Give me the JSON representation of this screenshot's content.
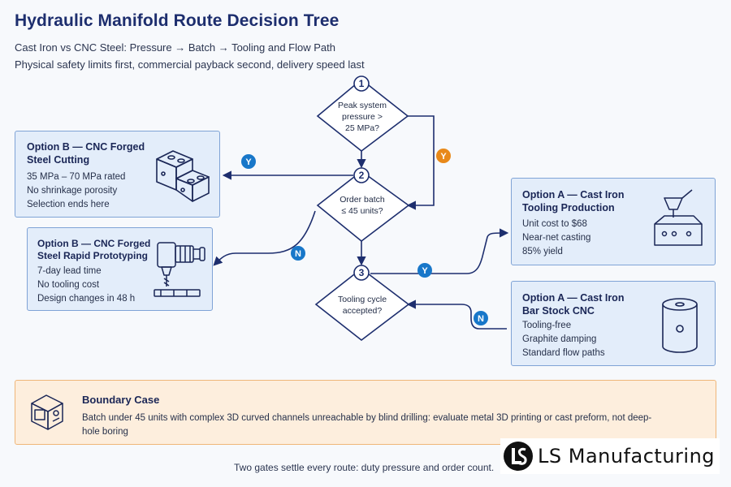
{
  "header": {
    "title": "Hydraulic Manifold Route Decision Tree",
    "subtitle": "Cast Iron vs CNC Steel: Pressure → Batch → Tooling and Flow Path",
    "subtitle2": "Physical safety limits first, commercial payback second, delivery speed last"
  },
  "nodes": [
    {
      "num": "1",
      "line1": "Peak system",
      "line2": "pressure >",
      "line3": "25 MPa?"
    },
    {
      "num": "2",
      "line1": "Order batch",
      "line2": "≤ 45 units?"
    },
    {
      "num": "3",
      "line1": "Tooling cycle",
      "line2": "accepted?"
    }
  ],
  "edge_labels": {
    "yes": "Y",
    "no": "N"
  },
  "cards": {
    "option_b_forged_cutting": {
      "title1": "Option B — CNC Forged",
      "title2": "Steel Cutting",
      "lines": [
        "35 MPa – 70 MPa rated",
        "No shrinkage porosity",
        "Selection ends here"
      ]
    },
    "option_b_rapid_proto": {
      "title1": "Option B — CNC Forged",
      "title2": "Steel Rapid Prototyping",
      "lines": [
        "7-day lead time",
        "No tooling cost",
        "Design changes in 48 h"
      ]
    },
    "option_a_tooling": {
      "title1": "Option A — Cast Iron",
      "title2": "Tooling Production",
      "lines": [
        "Unit cost to $68",
        "Near-net casting",
        "85% yield"
      ]
    },
    "option_a_bar_stock": {
      "title1": "Option A — Cast Iron",
      "title2": "Bar Stock CNC",
      "lines": [
        "Tooling-free",
        "Graphite damping",
        "Standard flow paths"
      ]
    }
  },
  "boundary": {
    "title": "Boundary Case",
    "text": "Batch under 45 units with complex 3D curved channels unreachable by blind drilling: evaluate metal 3D printing or cast preform, not deep-hole boring"
  },
  "footer": "Two gates settle every route: duty pressure and order count.",
  "brand": "LS Manufacturing",
  "colors": {
    "navy": "#1d2e6e",
    "badge_blue": "#1877c9",
    "badge_orange": "#e8891a",
    "card_fill": "#e3edfa",
    "boundary_fill": "#fdeedd"
  },
  "icons": [
    "steel-block-icon",
    "milling-spindle-icon",
    "casting-ladle-icon",
    "bar-stock-cylinder-icon",
    "manifold-cube-icon",
    "brand-logo-icon"
  ]
}
